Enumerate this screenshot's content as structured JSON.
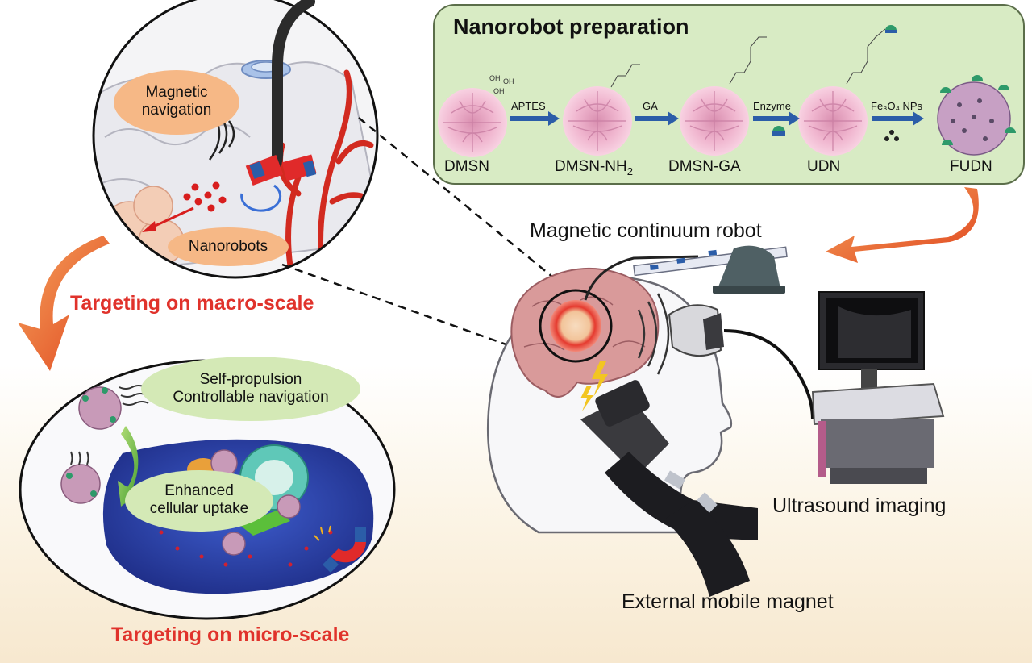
{
  "prep": {
    "title": "Nanorobot preparation",
    "particles": [
      "DMSN",
      "DMSN-NH",
      "DMSN-GA",
      "UDN",
      "FUDN"
    ],
    "sub2": "2",
    "steps": [
      "APTES",
      "GA",
      "Enzyme",
      "Fe₃O₄ NPs"
    ]
  },
  "macro": {
    "navigation": "Magnetic navigation",
    "nav_l1": "Magnetic",
    "nav_l2": "navigation",
    "nanorobots": "Nanorobots",
    "caption": "Targeting on macro-scale"
  },
  "micro": {
    "prop_l1": "Self-propulsion",
    "prop_l2": "Controllable navigation",
    "uptake_l1": "Enhanced",
    "uptake_l2": "cellular uptake",
    "caption": "Targeting on micro-scale"
  },
  "system": {
    "robot": "Magnetic continuum robot",
    "ultrasound": "Ultrasound imaging",
    "magnet": "External mobile magnet"
  },
  "colors": {
    "accent_red": "#e0322b",
    "prep_panel": "#d8ebc4",
    "arrow_blue": "#2b5da8",
    "orange_label": "#f6b886",
    "green_label": "#d4e9b6"
  }
}
